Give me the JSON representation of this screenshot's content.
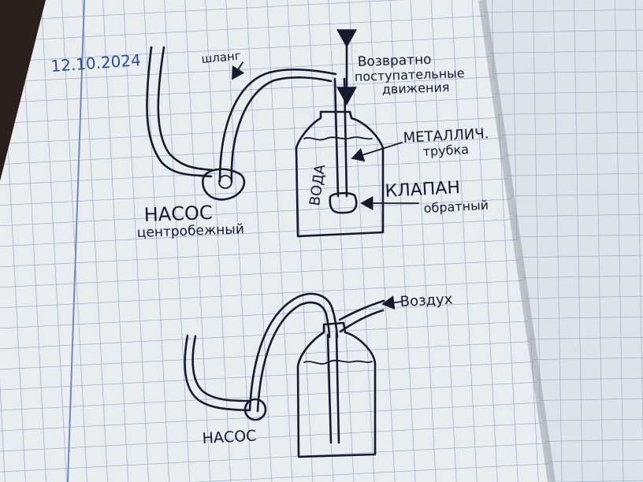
{
  "note": {
    "date": "12.10.2024",
    "top_diagram": {
      "hose_label": "шланг",
      "motion_label_line1": "Возвратно",
      "motion_label_line2": "поступательные",
      "motion_label_line3": "движения",
      "tube_label_line1": "МЕТАЛЛИЧ.",
      "tube_label_line2": "трубка",
      "water_label": "ВОДА",
      "valve_label_line1": "КЛАПАН",
      "valve_label_line2": "обратный",
      "pump_label_line1": "НАСОС",
      "pump_label_line2": "центробежный"
    },
    "bottom_diagram": {
      "air_label": "Воздух",
      "pump_label": "НАСОС"
    }
  },
  "colors": {
    "paper": "#e8ecef",
    "grid": "#8ea7c9",
    "ink": "#17192d",
    "pen_blue": "#2d4f8f",
    "margin_line": "#6f8ab8",
    "table_dark": "#2a211c"
  }
}
